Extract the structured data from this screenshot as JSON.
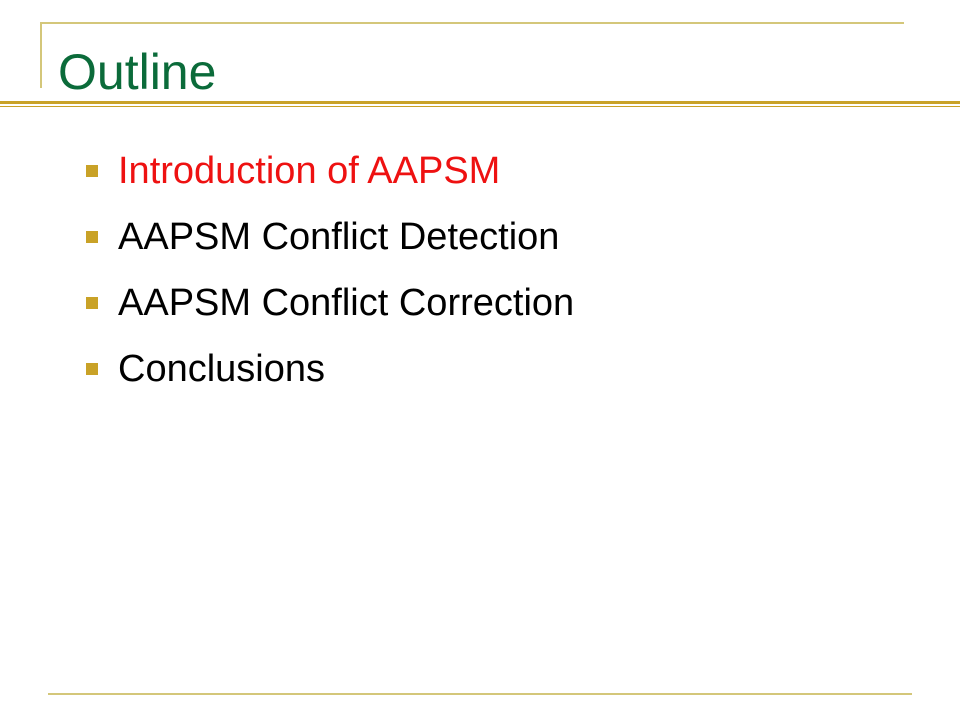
{
  "slide": {
    "title": "Outline",
    "items": [
      {
        "text": "Introduction of AAPSM",
        "color": "#ee1111"
      },
      {
        "text": "AAPSM Conflict Detection",
        "color": "#000000"
      },
      {
        "text": "AAPSM Conflict Correction",
        "color": "#000000"
      },
      {
        "text": "Conclusions",
        "color": "#000000"
      }
    ],
    "bullet_icon": "square-bullet-icon"
  },
  "colors": {
    "title": "#0b6b3a",
    "bullet": "#c9a227",
    "rule": "#c9a227",
    "frame": "#d4c77a"
  }
}
